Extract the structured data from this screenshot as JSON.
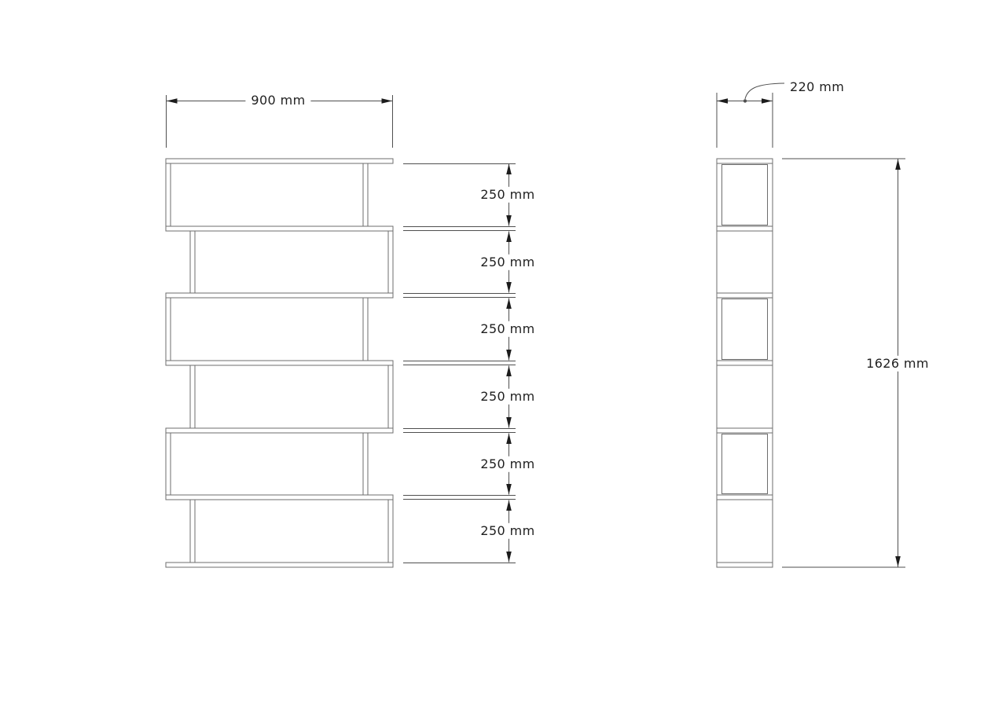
{
  "front_view": {
    "width_label": "900 mm",
    "gap_labels": [
      "250 mm",
      "250 mm",
      "250 mm",
      "250 mm",
      "250 mm",
      "250 mm"
    ]
  },
  "side_view": {
    "depth_label": "220 mm",
    "height_label": "1626 mm"
  },
  "colors": {
    "bg": "#ffffff",
    "outline": "#6e6e6e",
    "dimline": "#4f4f4f",
    "arrow": "#1c1c1c",
    "text": "#1f1f1f"
  }
}
